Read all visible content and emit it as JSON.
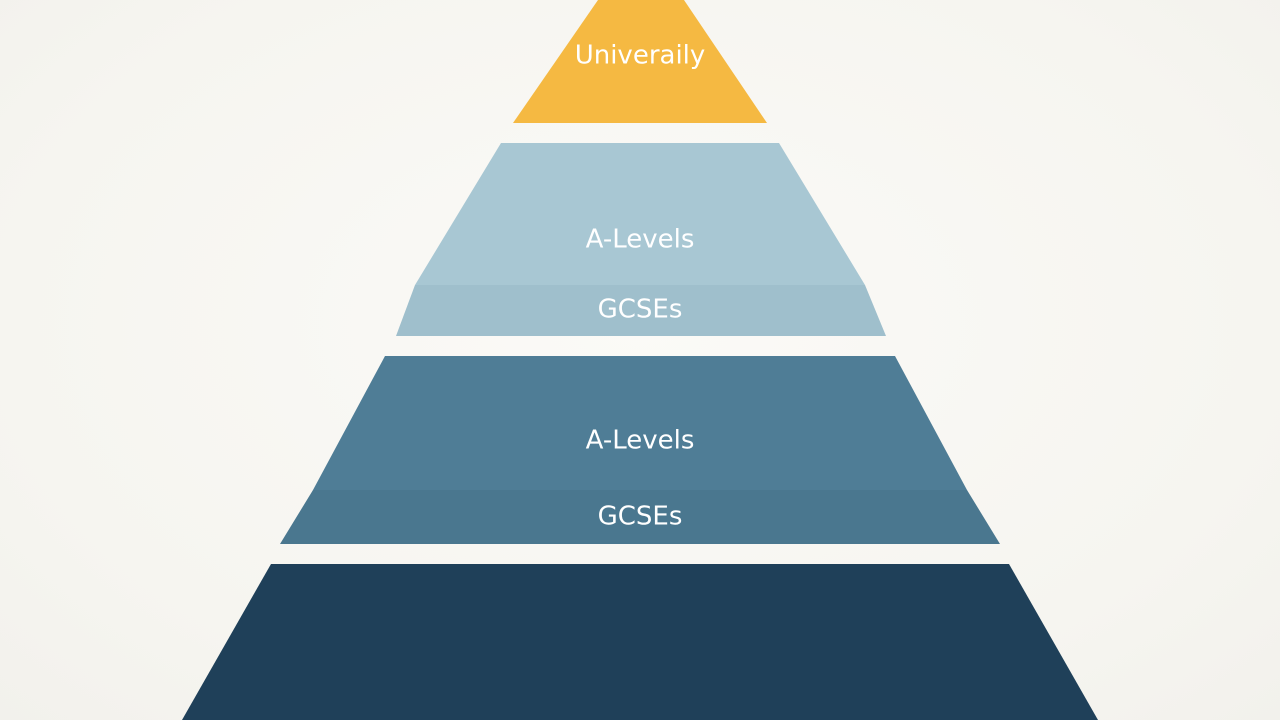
{
  "diagram": {
    "tiers": [
      {
        "id": "tier-1",
        "color": "#f5b942",
        "bands": [
          {
            "label": "Univeraily",
            "color": "#f5b942"
          }
        ]
      },
      {
        "id": "tier-2",
        "color": "#a8c7d3",
        "bands": [
          {
            "label": "A-Levels",
            "color": "#a8c7d3"
          },
          {
            "label": "GCSEs",
            "color": "#9fbfcc"
          }
        ]
      },
      {
        "id": "tier-3",
        "color": "#4f7d96",
        "bands": [
          {
            "label": "A-Levels",
            "color": "#4f7d96"
          },
          {
            "label": "GCSEs",
            "color": "#4a778f"
          }
        ]
      },
      {
        "id": "tier-4",
        "color": "#1f4059",
        "bands": [
          {
            "label": "",
            "color": "#1f4059"
          }
        ]
      }
    ]
  }
}
